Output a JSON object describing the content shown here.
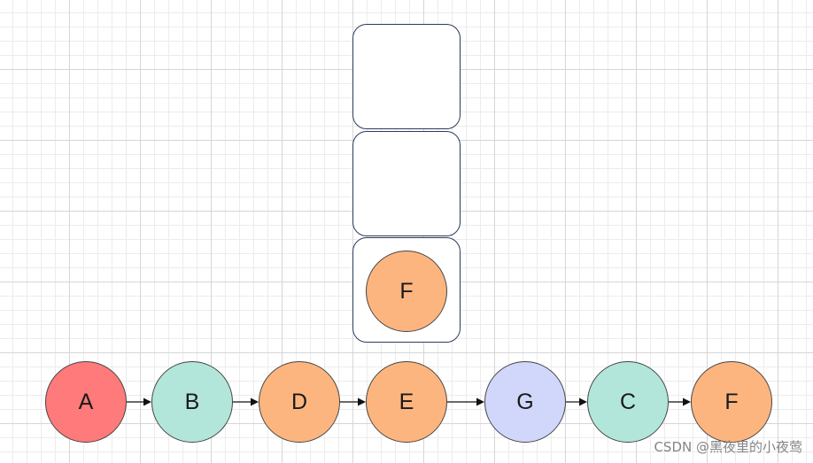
{
  "stack": {
    "slots": [
      "",
      "",
      "F"
    ],
    "node_f": {
      "label": "F",
      "color": "#fdb57f"
    }
  },
  "sequence": [
    {
      "label": "A",
      "color": "#ff7a7a"
    },
    {
      "label": "B",
      "color": "#b3e6db"
    },
    {
      "label": "D",
      "color": "#fdb57f"
    },
    {
      "label": "E",
      "color": "#fdb57f"
    },
    {
      "label": "G",
      "color": "#d0d7fb"
    },
    {
      "label": "C",
      "color": "#b3e6db"
    },
    {
      "label": "F",
      "color": "#fdb57f"
    }
  ],
  "colors": {
    "slot_border": "#2d3a5c",
    "arrow": "#111111",
    "grid": "#d6d6d6"
  },
  "watermark": "CSDN @黑夜里的小夜莺"
}
